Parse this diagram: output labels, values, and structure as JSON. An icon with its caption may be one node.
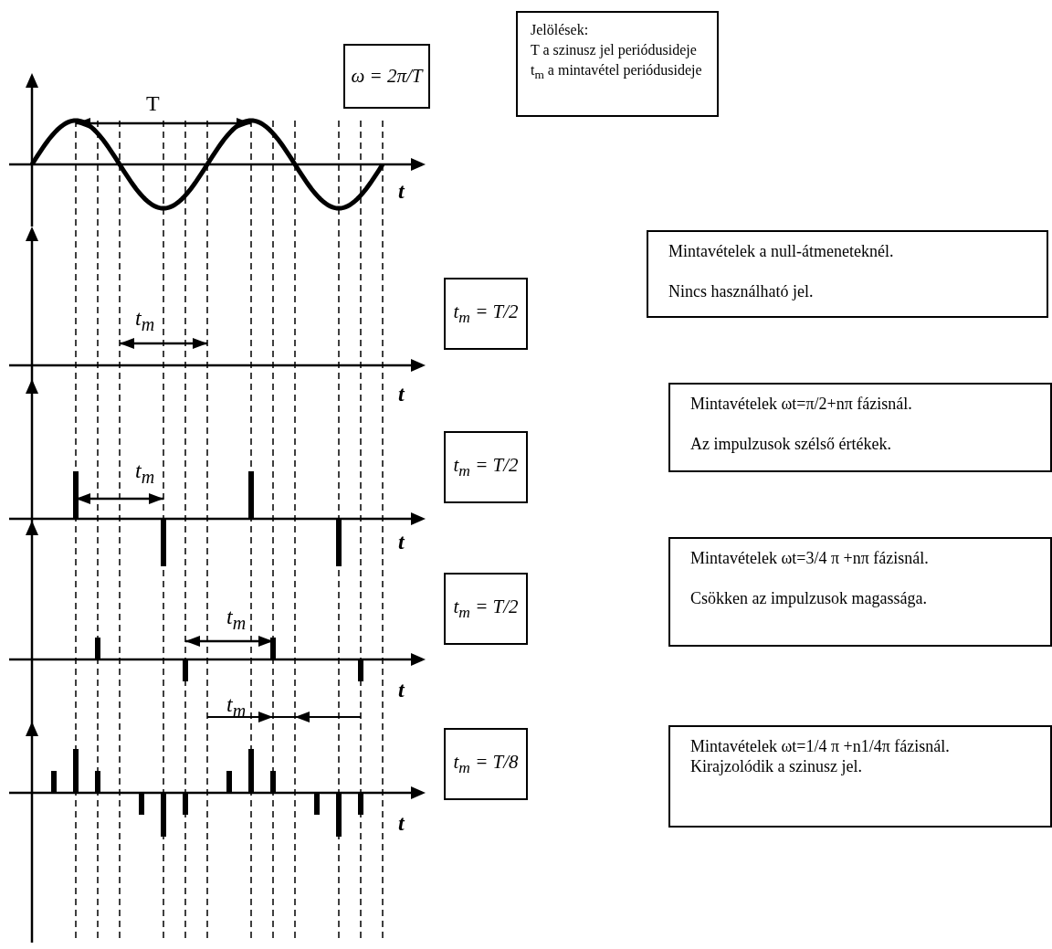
{
  "diagram": {
    "nodes": [
      {
        "text": [
          "Jelölések:",
          "T a szinusz jel periódusideje",
          "t$_{m}$ a mintavétel periódusideje"
        ]
      },
      {
        "text": [
          "ω = 2π/T"
        ]
      },
      {
        "text": [
          "t$_{m}$ = T/2"
        ]
      },
      {
        "text": [
          "Mintavételek a null-átmeneteknél.",
          "Nincs használható jel."
        ]
      },
      {
        "text": [
          "t$_{m}$ = T/2"
        ]
      },
      {
        "text": [
          "Mintavételek ωt=π/2+nπ fázisnál.",
          "Az impulzusok szélső értékek."
        ]
      },
      {
        "text": [
          "t$_{m}$ = T/2"
        ]
      },
      {
        "text": [
          "Mintavételek ωt=3/4 π +nπ fázisnál.",
          "Csökken az impulzusok magassága."
        ]
      },
      {
        "text": [
          "t$_{m}$ = T/8"
        ]
      },
      {
        "text": [
          "Mintavételek ωt=1/4 π +n1/4π fázisnál.",
          "Kirajzolódik a szinusz jel."
        ]
      }
    ],
    "edges": [],
    "labels": [
      "T",
      "t",
      "t$_{m}$",
      "t",
      "t$_{m}$",
      "t",
      "t$_{m}$",
      "t",
      "t$_{m}$",
      "t"
    ]
  }
}
